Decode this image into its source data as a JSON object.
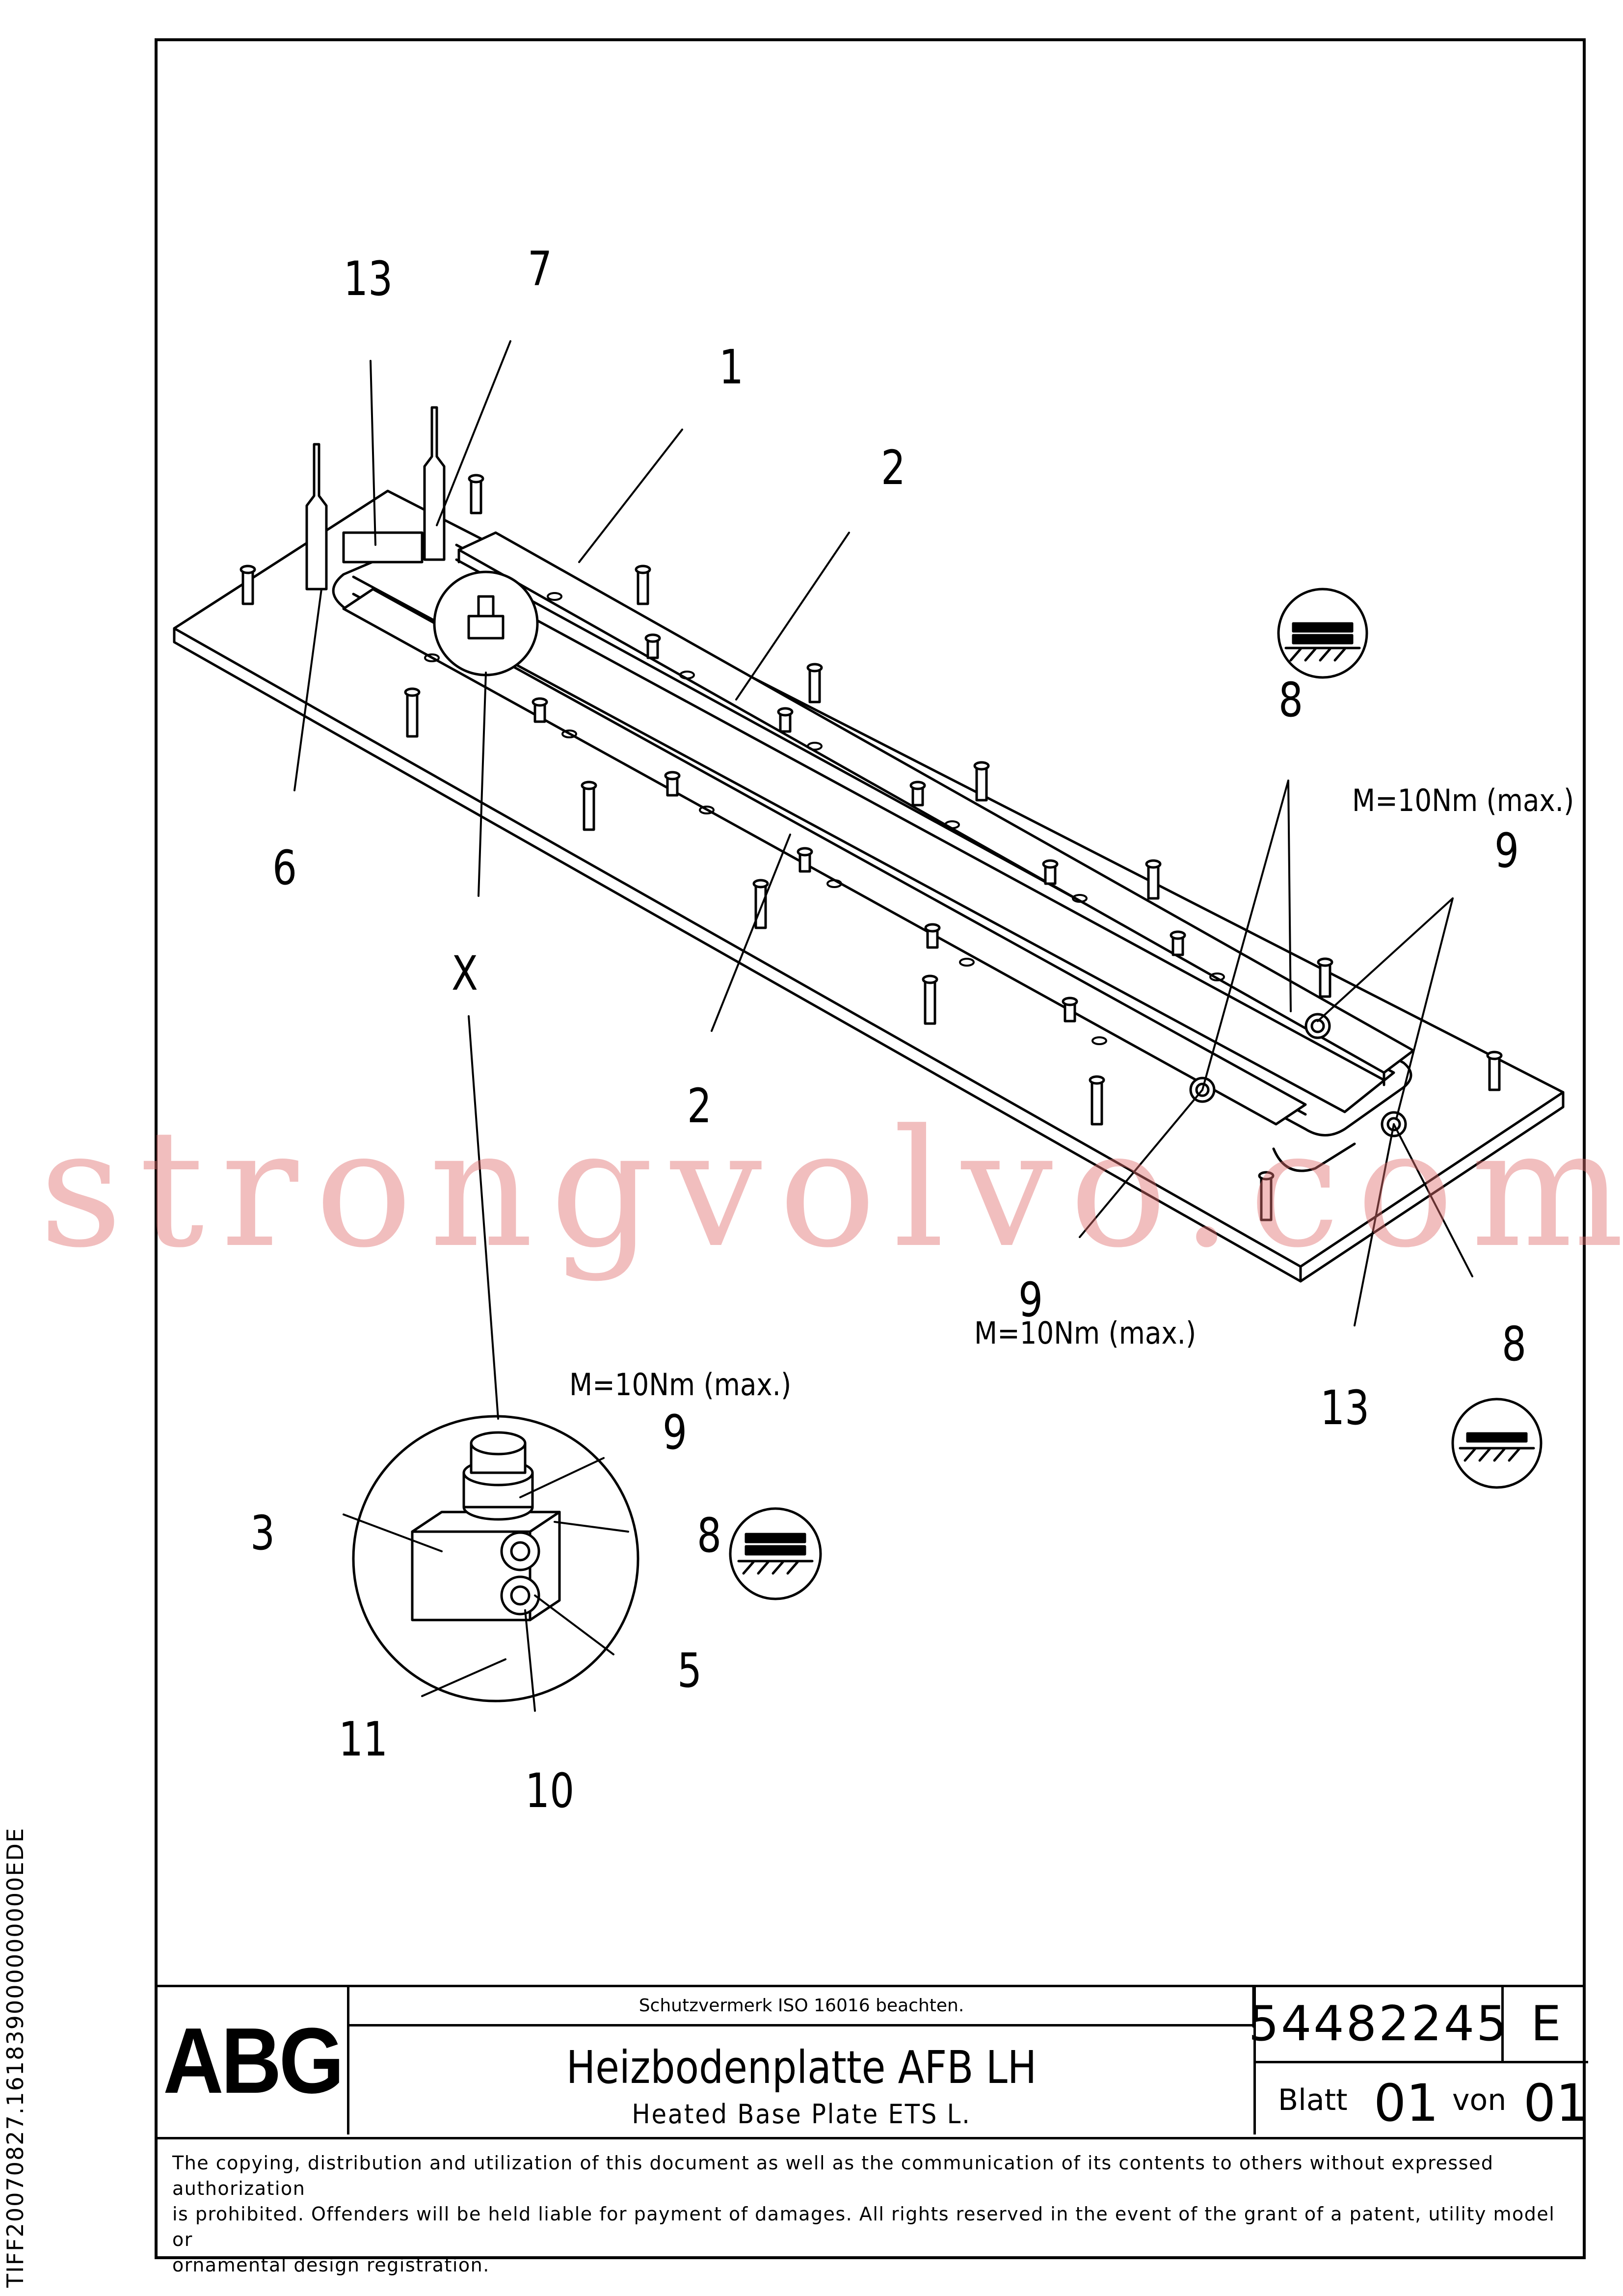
{
  "callouts": {
    "c13a": "13",
    "c7": "7",
    "c1": "1",
    "c2a": "2",
    "c8a": "8",
    "c6": "6",
    "cX": "X",
    "c2b": "2",
    "c9a": "9",
    "c9b": "9",
    "c8b": "8",
    "c13b": "13",
    "c9c": "9",
    "c3": "3",
    "c8c": "8",
    "c5": "5",
    "c11": "11",
    "c10": "10"
  },
  "torque": {
    "t1": "M=10Nm (max.)",
    "t2": "M=10Nm (max.)",
    "t3": "M=10Nm (max.)"
  },
  "watermark": "strongvolvo.com",
  "side_id": "TIFF20070827.161839000000000EDE",
  "title_block": {
    "logo": "ABG",
    "protection_note": "Schutzvermerk ISO 16016 beachten.",
    "title_de": "Heizbodenplatte AFB LH",
    "title_en": "Heated Base Plate ETS L.",
    "part_number": "54482245",
    "revision": "E",
    "sheet_label": "Blatt",
    "sheet_no": "01",
    "of_label": "von",
    "sheet_total": "01"
  },
  "copyright": [
    "The copying, distribution and utilization of this document as well as the communication of its contents to others without expressed authorization",
    "is prohibited. Offenders will be held liable for payment of damages. All rights reserved in the event of the grant of a patent, utility model or",
    "ornamental design registration."
  ]
}
